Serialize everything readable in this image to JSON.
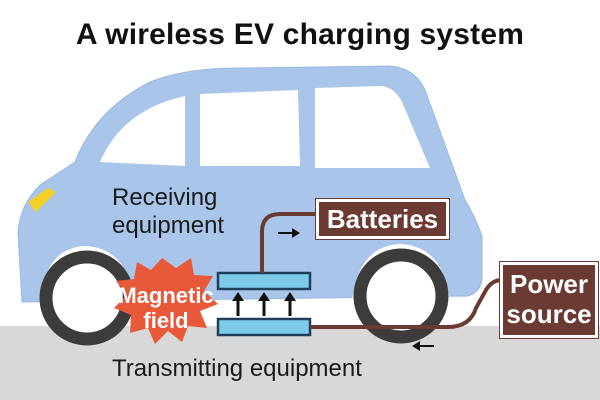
{
  "title": "A wireless EV charging system",
  "labels": {
    "receiving": [
      "Receiving",
      "equipment"
    ],
    "batteries": "Batteries",
    "magnetic": [
      "Magnetic",
      "field"
    ],
    "power": [
      "Power",
      "source"
    ],
    "transmitting": "Transmitting equipment"
  },
  "colors": {
    "car_body": "#a9c6ea",
    "car_window": "#ffffff",
    "headlight": "#f2d027",
    "tire": "#3c3c3c",
    "road": "#d8d8d8",
    "box_fill": "#6b3a33",
    "cable": "#6b3a33",
    "coil": "#7ecbe8",
    "starburst": "#e8593a",
    "arrow": "#111111"
  }
}
